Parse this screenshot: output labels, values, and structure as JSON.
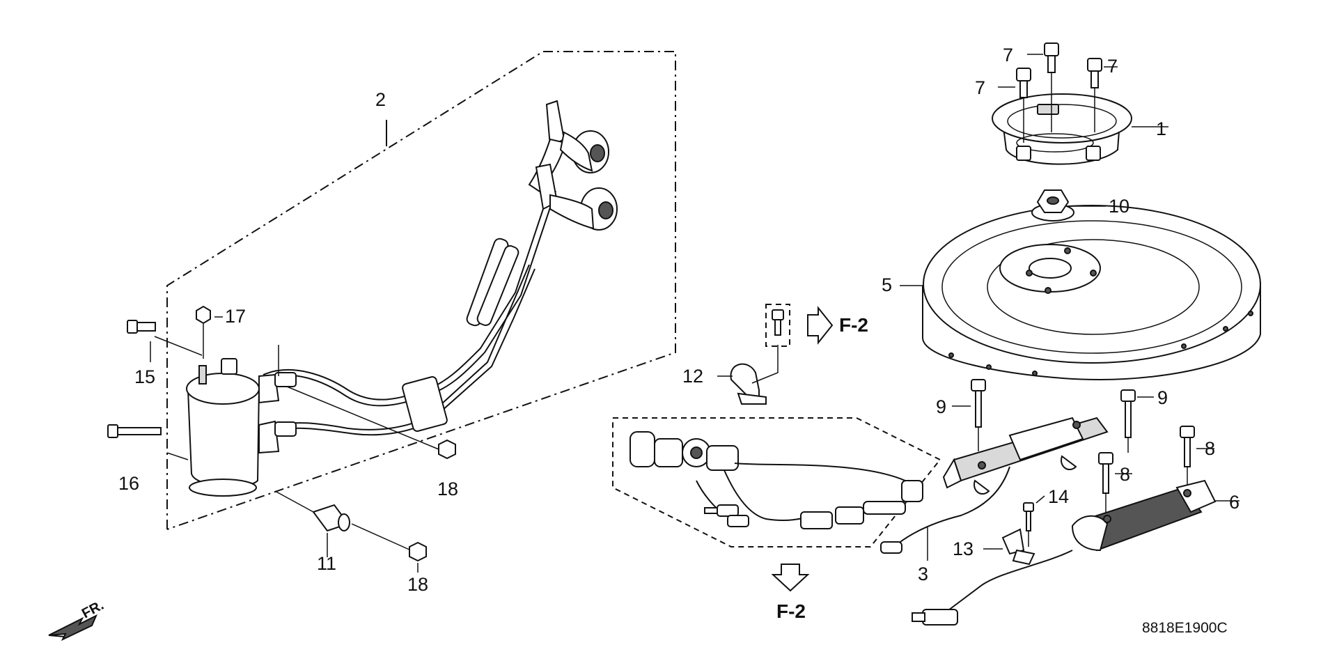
{
  "diagram": {
    "callouts": [
      {
        "id": "c1",
        "text": "1"
      },
      {
        "id": "c2",
        "text": "2"
      },
      {
        "id": "c3",
        "text": "3"
      },
      {
        "id": "c5",
        "text": "5"
      },
      {
        "id": "c6",
        "text": "6"
      },
      {
        "id": "c7a",
        "text": "7"
      },
      {
        "id": "c7b",
        "text": "7"
      },
      {
        "id": "c7c",
        "text": "7"
      },
      {
        "id": "c8a",
        "text": "8"
      },
      {
        "id": "c8b",
        "text": "8"
      },
      {
        "id": "c9a",
        "text": "9"
      },
      {
        "id": "c9b",
        "text": "9"
      },
      {
        "id": "c10",
        "text": "10"
      },
      {
        "id": "c11",
        "text": "11"
      },
      {
        "id": "c12",
        "text": "12"
      },
      {
        "id": "c13",
        "text": "13"
      },
      {
        "id": "c14",
        "text": "14"
      },
      {
        "id": "c15",
        "text": "15"
      },
      {
        "id": "c16",
        "text": "16"
      },
      {
        "id": "c17",
        "text": "17"
      },
      {
        "id": "c18a",
        "text": "18"
      },
      {
        "id": "c18b",
        "text": "18"
      }
    ],
    "references": [
      {
        "id": "r1",
        "text": "F-2"
      },
      {
        "id": "r2",
        "text": "F-2"
      }
    ],
    "front_marker": "FR.",
    "drawing_code": "8818E1900C"
  }
}
